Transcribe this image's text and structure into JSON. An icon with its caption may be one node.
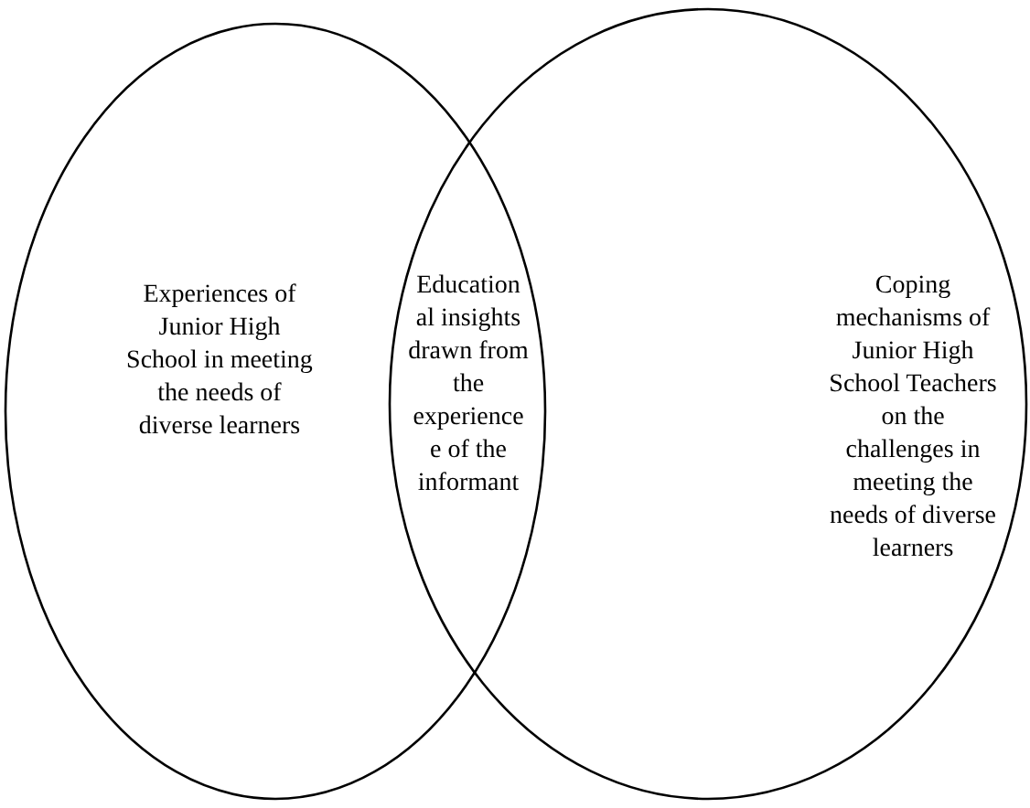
{
  "diagram": {
    "nodes": [
      {
        "text": [
          "Experiences of Junior High School in meeting the needs of diverse learners"
        ]
      },
      {
        "text": [
          "Coping mechanisms of Junior High School Teachers on the challenges in meeting the needs of diverse learners"
        ]
      }
    ],
    "edges": [],
    "labels": [
      "Education al insights drawn from the experience e of the informant"
    ]
  }
}
